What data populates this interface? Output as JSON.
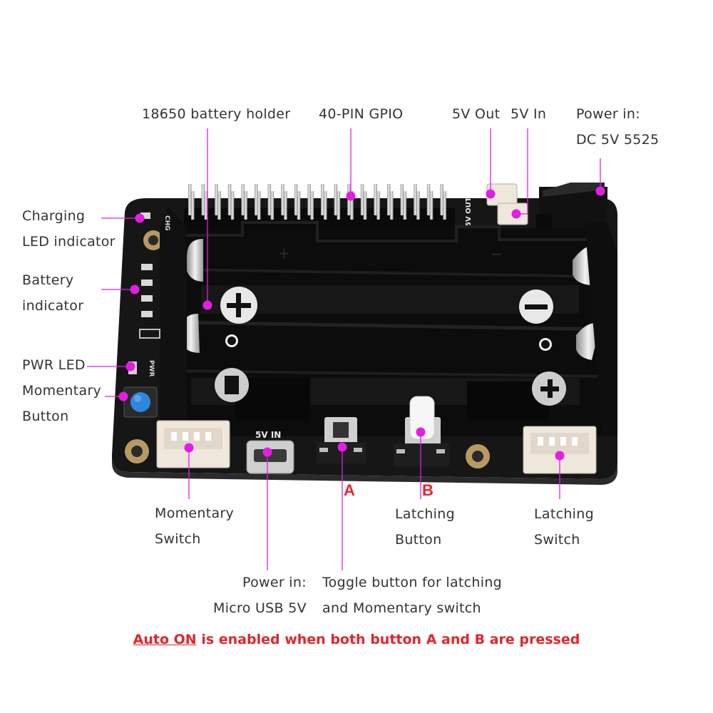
{
  "labels": {
    "battery_holder": "18650 battery holder",
    "gpio": "40-PIN GPIO",
    "out_5v": "5V Out",
    "in_5v": "5V In",
    "power_dc": [
      "Power in:",
      "DC 5V 5525"
    ],
    "charging_led": [
      "Charging",
      "LED indicator"
    ],
    "battery_indicator": [
      "Battery",
      "indicator"
    ],
    "pwr_led": "PWR LED",
    "momentary_button": [
      "Momentary",
      "Button"
    ],
    "momentary_switch": [
      "Momentary",
      "Switch"
    ],
    "power_usb": [
      "Power in:",
      "Micro USB 5V"
    ],
    "toggle_button": [
      "Toggle button for latching",
      "and Momentary switch"
    ],
    "latching_button": [
      "Latching",
      "Button"
    ],
    "latching_switch": [
      "Latching",
      "Switch"
    ],
    "button_a": "A",
    "button_b": "B"
  },
  "board_silkscreen": {
    "chg": "CHG",
    "pwr": "PWR",
    "out": "5V OUT",
    "in": "5V IN",
    "plus": "+",
    "minus": "−"
  },
  "note": {
    "prefix": "Auto ON",
    "rest": " is enabled when both button A and B are pressed"
  },
  "colors": {
    "marker": "#e41de4",
    "label_text": "#333333",
    "accent_red": "#e8232a",
    "board": "#161616",
    "holder": "#0c0c0c",
    "connector": "#efe7dc",
    "button_blue": "#2f86dd"
  }
}
